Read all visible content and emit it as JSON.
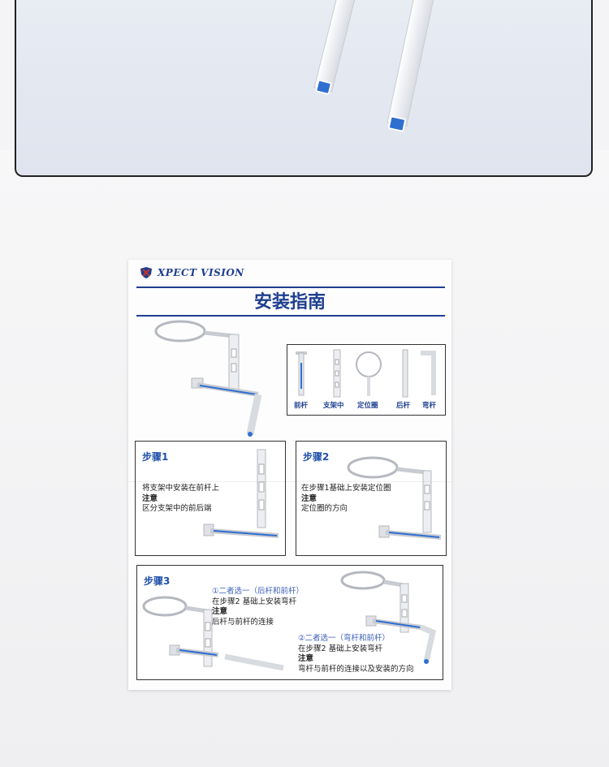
{
  "brand": {
    "name": "XPECT VISION",
    "logo_icon": "shield-logo-icon"
  },
  "guide": {
    "title": "安装指南"
  },
  "parts": [
    {
      "label": "前杆"
    },
    {
      "label": "支架中"
    },
    {
      "label": "定位圈"
    },
    {
      "label": "后杆"
    },
    {
      "label": "弯杆"
    }
  ],
  "step1": {
    "title": "步骤1",
    "line1": "将支架中安装在前杆上",
    "note_label": "注意",
    "note": "区分支架中的前后端"
  },
  "step2": {
    "title": "步骤2",
    "line1": "在步骤1基础上安装定位圈",
    "note_label": "注意",
    "note": "定位圈的方向"
  },
  "step3": {
    "title": "步骤3",
    "option1": {
      "heading": "①二者选一（后杆和前杆）",
      "line1": "在步骤2 基础上安装弯杆",
      "note_label": "注意",
      "note": "后杆与前杆的连接"
    },
    "option2": {
      "heading": "②二者选一（弯杆和前杆）",
      "line1": "在步骤2 基础上安装弯杆",
      "note_label": "注意",
      "note": "弯杆与前杆的连接以及安装的方向"
    }
  },
  "colors": {
    "brand_blue": "#1e3f8f",
    "accent_blue": "#2f6fd0"
  }
}
